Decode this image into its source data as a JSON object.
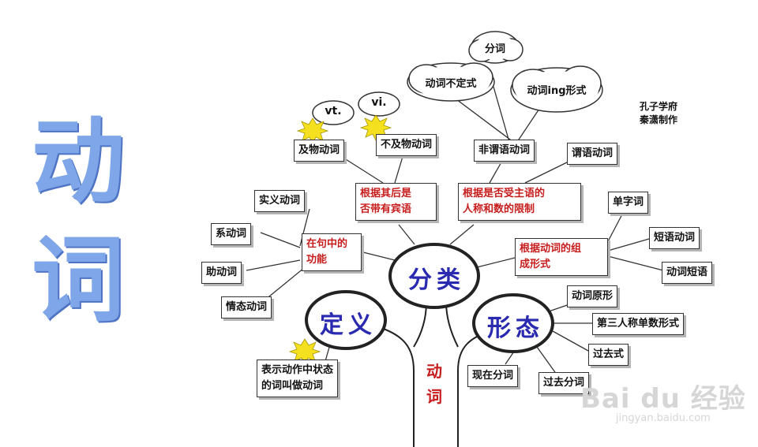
{
  "title_chars": [
    "动",
    "词"
  ],
  "center": {
    "classify": "分类",
    "define": "定义",
    "form": "形态",
    "trunk": [
      "动",
      "词"
    ]
  },
  "clouds": {
    "participle": "分词",
    "infinitive": "动词不定式",
    "ing_form": "动词ing形式",
    "vt": "vt.",
    "vi": "vi."
  },
  "credit": [
    "孔子学府",
    "秦潇制作"
  ],
  "boxes": {
    "transitive": "及物动词",
    "intransitive": "不及物动词",
    "non_finite": "非谓语动词",
    "finite": "谓语动词",
    "notional": "实义动词",
    "linking": "系动词",
    "auxiliary": "助动词",
    "modal": "情态动词",
    "single_word": "单字词",
    "phrase_verb": "短语动词",
    "verb_phrase": "动词短语",
    "base_form": "动词原形",
    "third_person": "第三人称单数形式",
    "past_tense": "过去式",
    "present_participle": "现在分词",
    "past_participle": "过去分词",
    "definition": [
      "表示动作中状态",
      "的词叫做动词"
    ]
  },
  "criteria": {
    "object": [
      "根据其后是",
      "否带有宾语"
    ],
    "subject": [
      "根据是否受主语的",
      "人称和数的限制"
    ],
    "function": [
      "在句中的",
      "功能"
    ],
    "composition": [
      "根据动词的组",
      "成形式"
    ]
  },
  "watermark": {
    "main": "Bai du 经验",
    "sub": "jingyan.baidu.com"
  },
  "colors": {
    "title": "#7fa6e8",
    "circle_text": "#2a2ab0",
    "criteria_text": "#c71c1c"
  }
}
